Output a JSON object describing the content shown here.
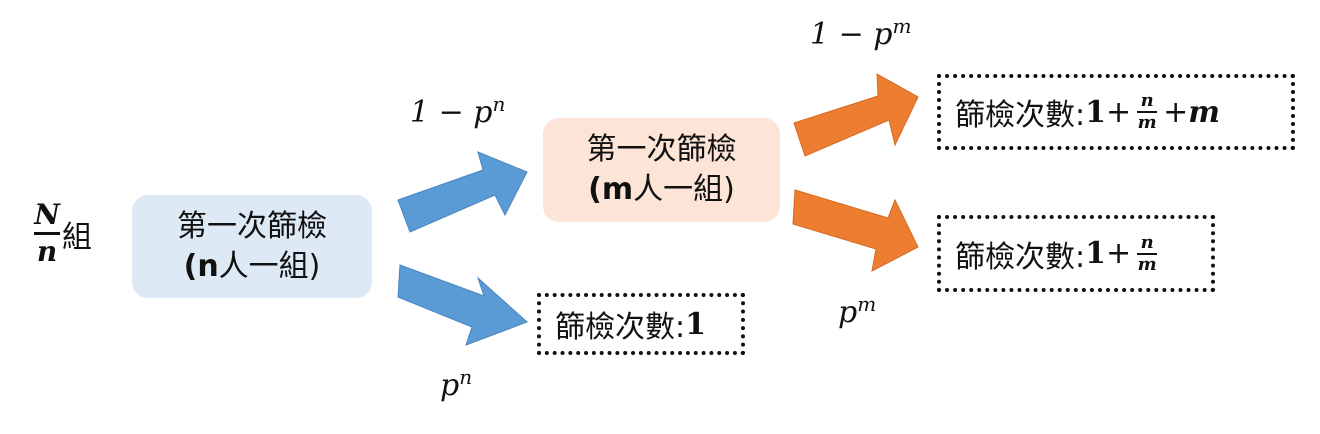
{
  "groups_label": {
    "num": "N",
    "den": "n",
    "unit": "組"
  },
  "first_screen_n": {
    "title": "第一次篩檢",
    "sub_pre": "(",
    "var": "n",
    "sub_post": "人一組)"
  },
  "first_screen_m": {
    "title": "第一次篩檢",
    "sub_pre": "(",
    "var": "m",
    "sub_post": "人一組)"
  },
  "prob_labels": {
    "one_minus_pn": "1 − p",
    "pn": "p",
    "n": "n",
    "one_minus_pm": "1 − p",
    "pm": "p",
    "m": "m"
  },
  "results": {
    "r1": {
      "label": "篩檢次數:",
      "value": "1"
    },
    "r2": {
      "label": "篩檢次數:",
      "one": "1",
      "plus": " + ",
      "num": "n",
      "den": "m",
      "plus2": " + ",
      "m": "m"
    },
    "r3": {
      "label": "篩檢次數:",
      "one": "1",
      "plus": " + ",
      "num": "n",
      "den": "m"
    }
  },
  "colors": {
    "blue_arrow": "#5b9bd5",
    "orange_arrow": "#ed7d31",
    "blue_box": "#dde9f5",
    "peach_box": "#fce4d6"
  }
}
